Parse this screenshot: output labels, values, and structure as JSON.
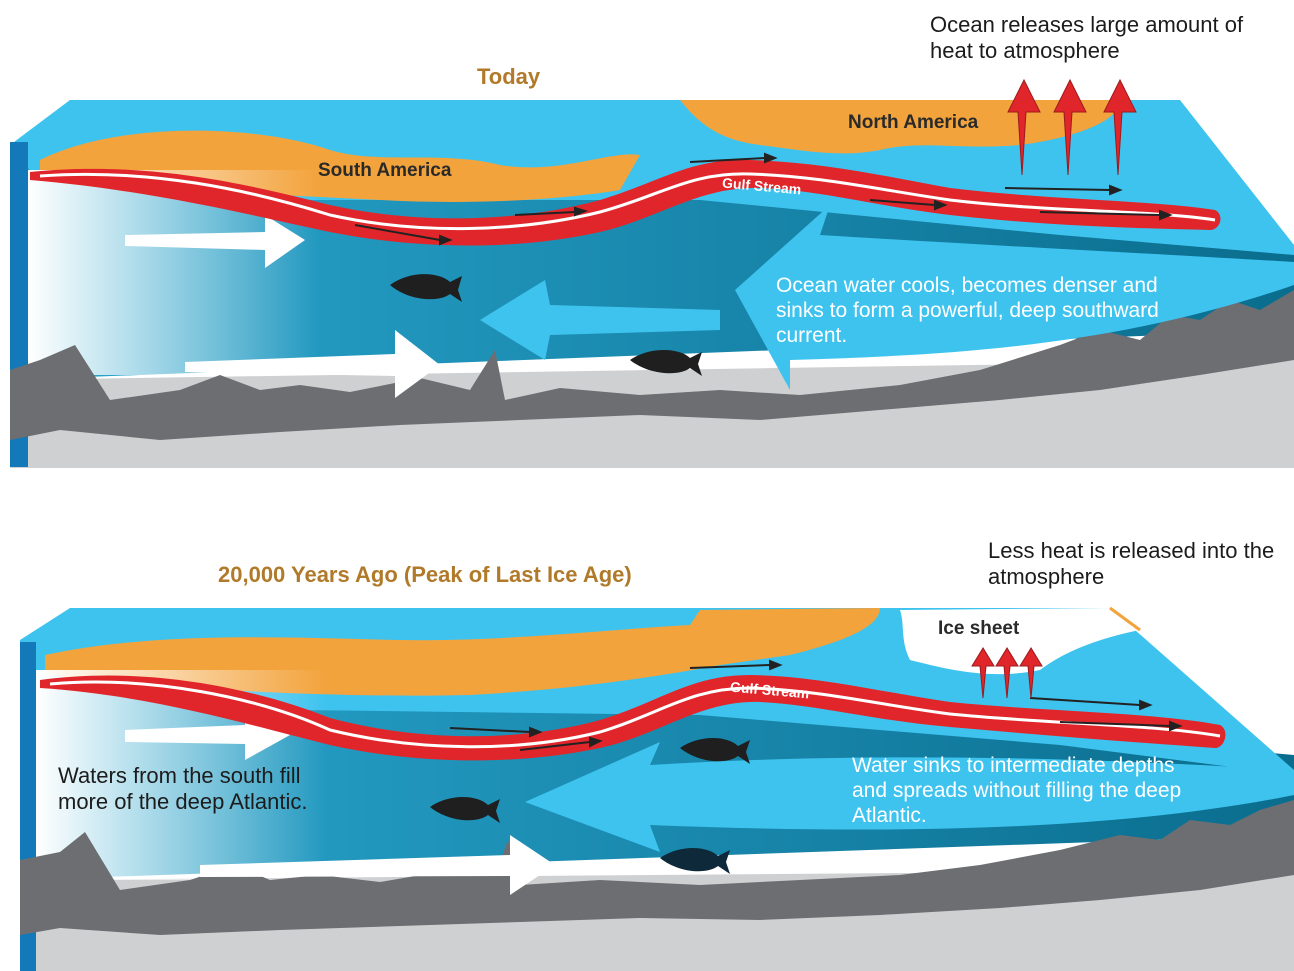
{
  "colors": {
    "ocean_surface": "#3ec3ef",
    "ocean_deep": "#0a6d8e",
    "land": "#f3a33c",
    "gulf_stream": "#e0262a",
    "seafloor": "#6d6e71",
    "bedrock": "#cfd0d2",
    "title": "#b07a2a"
  },
  "panels": [
    {
      "id": "today",
      "title": "Today",
      "labels": {
        "south_america": "South America",
        "north_america": "North America",
        "gulf_stream": "Gulf Stream"
      },
      "annotations": {
        "heat": "Ocean releases large amount of heat to atmosphere",
        "deep_current": "Ocean water cools, becomes denser and sinks to form a powerful, deep southward current."
      }
    },
    {
      "id": "ice-age",
      "title": "20,000 Years Ago (Peak of Last Ice Age)",
      "labels": {
        "ice_sheet": "Ice sheet",
        "gulf_stream": "Gulf Stream"
      },
      "annotations": {
        "heat": "Less heat is released into the atmosphere",
        "south_waters": "Waters from the south fill more of the deep Atlantic.",
        "intermediate": "Water sinks to intermediate depths and spreads without filling the deep Atlantic."
      }
    }
  ]
}
